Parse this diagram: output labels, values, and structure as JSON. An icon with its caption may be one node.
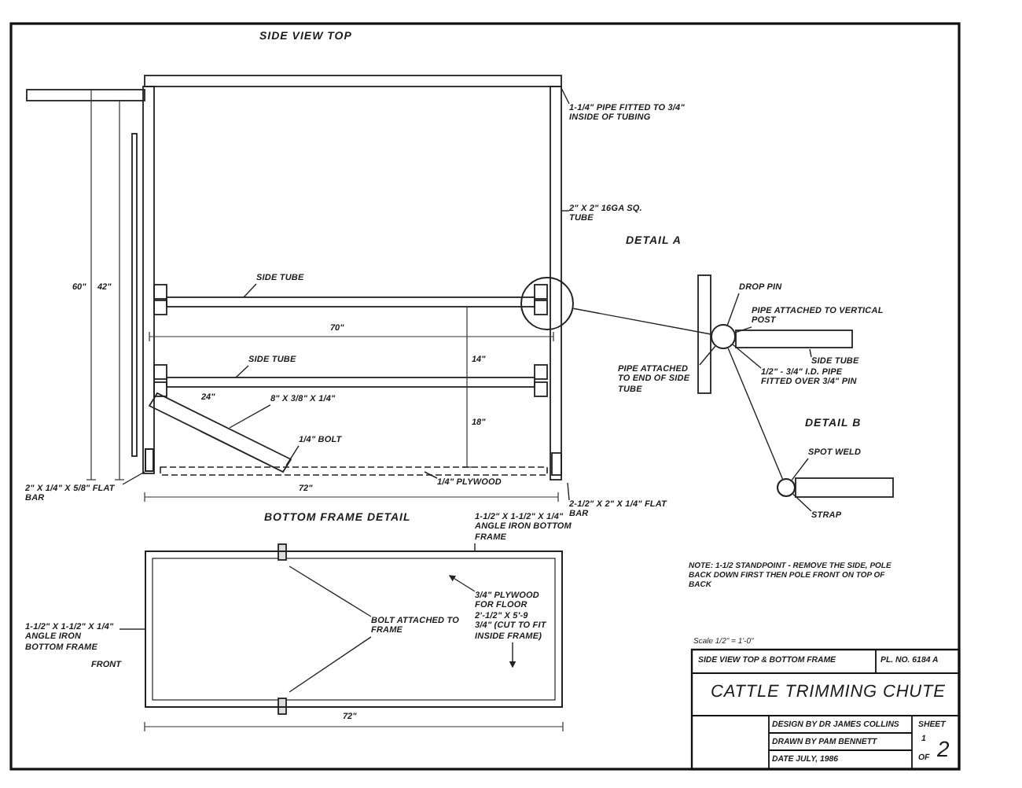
{
  "diagram": {
    "title": "CATTLE TRIMMING CHUTE",
    "nodes": [
      {
        "text": [
          "1-1/4\" PIPE FITTED TO 3/4\" INSIDE OF TUBING"
        ]
      },
      {
        "text": [
          "2\" X 2\" 16GA SQ. TUBE"
        ]
      },
      {
        "text": [
          "SIDE TUBE"
        ]
      },
      {
        "text": [
          "SIDE TUBE"
        ]
      },
      {
        "text": [
          "8\" X 3/8\" X 1/4\""
        ]
      },
      {
        "text": [
          "1/4\" BOLT"
        ]
      },
      {
        "text": [
          "1/4\" PLYWOOD"
        ]
      },
      {
        "text": [
          "2\" X 1/4\" X 5/8\" FLAT BAR"
        ]
      },
      {
        "text": [
          "2-1/2\" X 2\" X 1/4\" FLAT BAR"
        ]
      },
      {
        "text": [
          "DROP PIN"
        ]
      },
      {
        "text": [
          "PIPE ATTACHED TO VERTICAL POST"
        ]
      },
      {
        "text": [
          "SIDE TUBE"
        ]
      },
      {
        "text": [
          "PIPE ATTACHED TO END OF SIDE TUBE"
        ]
      },
      {
        "text": [
          "1/2\" - 3/4\" I.D. PIPE FITTED OVER 3/4\" PIN"
        ]
      },
      {
        "text": [
          "SPOT WELD"
        ]
      },
      {
        "text": [
          "STRAP"
        ]
      },
      {
        "text": [],
        "shape": "box"
      },
      {
        "text": [
          "BOLT ATTACHED TO FRAME"
        ],
        "in": 16
      },
      {
        "text": [
          "1-1/2\" X 1-1/2\" X 1/4\" ANGLE IRON BOTTOM FRAME"
        ]
      },
      {
        "text": [
          "3/4\" PLYWOOD FOR FLOOR 2'-1/2\" X 5'-9 3/4\" (CUT TO FIT INSIDE FRAME)"
        ],
        "in": 16
      },
      {
        "text": [
          "1-1/2\" X 1-1/2\" X 1/4\" ANGLE IRON BOTTOM FRAME"
        ]
      },
      {
        "text": [],
        "shape": "circle"
      },
      {
        "text": [],
        "shape": "circle"
      },
      {
        "text": [],
        "shape": "circle"
      },
      {
        "text": [],
        "shape": "bar"
      }
    ],
    "edges": [
      {
        "from": 0,
        "to": null,
        "arrow": "none"
      },
      {
        "from": 1,
        "to": null,
        "arrow": "none"
      },
      {
        "from": 2,
        "to": null,
        "arrow": "none"
      },
      {
        "from": 3,
        "to": null,
        "arrow": "none"
      },
      {
        "from": 4,
        "to": null,
        "arrow": "none"
      },
      {
        "from": 5,
        "to": null,
        "arrow": "none"
      },
      {
        "from": 6,
        "to": null,
        "arrow": "none"
      },
      {
        "from": 7,
        "to": 24,
        "arrow": "none"
      },
      {
        "from": 8,
        "to": null,
        "arrow": "none"
      },
      {
        "from": 9,
        "to": 22,
        "arrow": "none"
      },
      {
        "from": 10,
        "to": 22,
        "arrow": "none"
      },
      {
        "from": 11,
        "to": null,
        "arrow": "none"
      },
      {
        "from": 12,
        "to": 22,
        "arrow": "none"
      },
      {
        "from": 13,
        "to": 22,
        "arrow": "none"
      },
      {
        "from": 14,
        "to": 23,
        "arrow": "none"
      },
      {
        "from": 15,
        "to": 23,
        "arrow": "none"
      },
      {
        "from": 17,
        "to": null,
        "arrow": "none"
      },
      {
        "from": 17,
        "to": null,
        "arrow": "none"
      },
      {
        "from": 18,
        "to": 16,
        "arrow": "none"
      },
      {
        "from": 19,
        "to": null,
        "arrow": "to"
      },
      {
        "from": 19,
        "to": null,
        "arrow": "to"
      },
      {
        "from": 20,
        "to": 16,
        "arrow": "none"
      },
      {
        "from": 21,
        "to": 22,
        "arrow": "none"
      },
      {
        "from": 22,
        "to": 23,
        "arrow": "none"
      }
    ],
    "labels": [
      "SIDE VIEW TOP",
      "60\"",
      "42\"",
      "70\"",
      "14\"",
      "18\"",
      "24\"",
      "72\"",
      "DETAIL A",
      "DETAIL B",
      "BOTTOM FRAME DETAIL",
      "FRONT",
      "72\"",
      "NOTE: 1-1/2 STANDPOINT - REMOVE THE SIDE, POLE BACK DOWN FIRST THEN POLE FRONT ON TOP OF BACK",
      "Scale 1/2\" = 1'-0\"",
      "SIDE VIEW TOP & BOTTOM FRAME",
      "PL. NO. 6184 A",
      "DESIGN BY DR JAMES COLLINS",
      "DRAWN BY PAM BENNETT",
      "DATE JULY, 1986",
      "SHEET",
      "1",
      "OF",
      "2"
    ]
  }
}
